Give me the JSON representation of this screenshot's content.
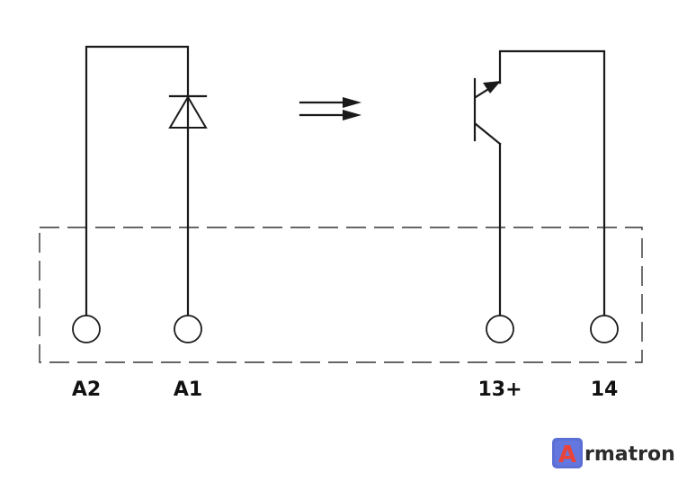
{
  "terminals": {
    "a2": "A2",
    "a1": "A1",
    "t13": "13+",
    "t14": "14"
  },
  "logo": {
    "letter": "A",
    "text": "rmatron",
    "colors": {
      "badge": "#4a5fd0",
      "letter": "#e8443a",
      "text": "#2c2c2c"
    }
  }
}
